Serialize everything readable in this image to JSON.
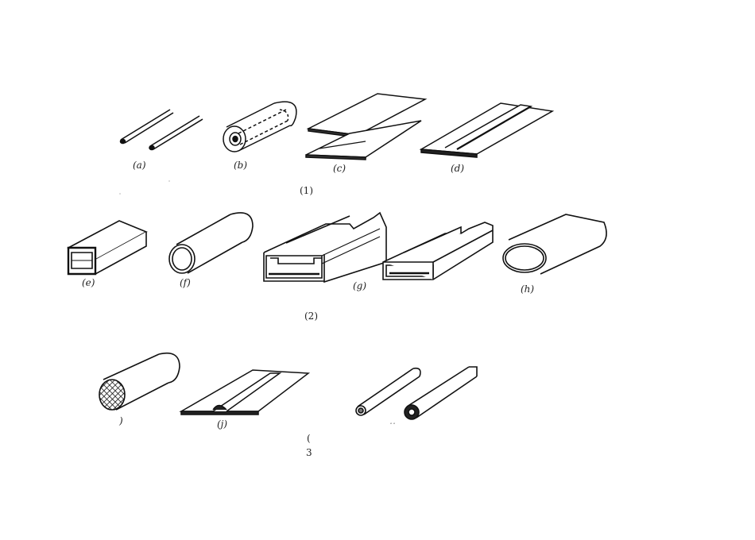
{
  "figure": {
    "groups": [
      {
        "label": "(1)",
        "items": [
          {
            "id": "a",
            "label": "(a)"
          },
          {
            "id": "b",
            "label": "(b)"
          },
          {
            "id": "c",
            "label": "(c)"
          },
          {
            "id": "d",
            "label": "(d)"
          }
        ]
      },
      {
        "label": "(2)",
        "items": [
          {
            "id": "e",
            "label": "(e)"
          },
          {
            "id": "f",
            "label": "(f)"
          },
          {
            "id": "g",
            "label": "(g)"
          },
          {
            "id": "h",
            "label": "(h)"
          }
        ]
      },
      {
        "label": "(",
        "label_line2": "3",
        "items": [
          {
            "id": "i",
            "label": ")"
          },
          {
            "id": "j",
            "label": "(j)"
          },
          {
            "id": "k",
            "label": "‥"
          }
        ]
      }
    ]
  }
}
